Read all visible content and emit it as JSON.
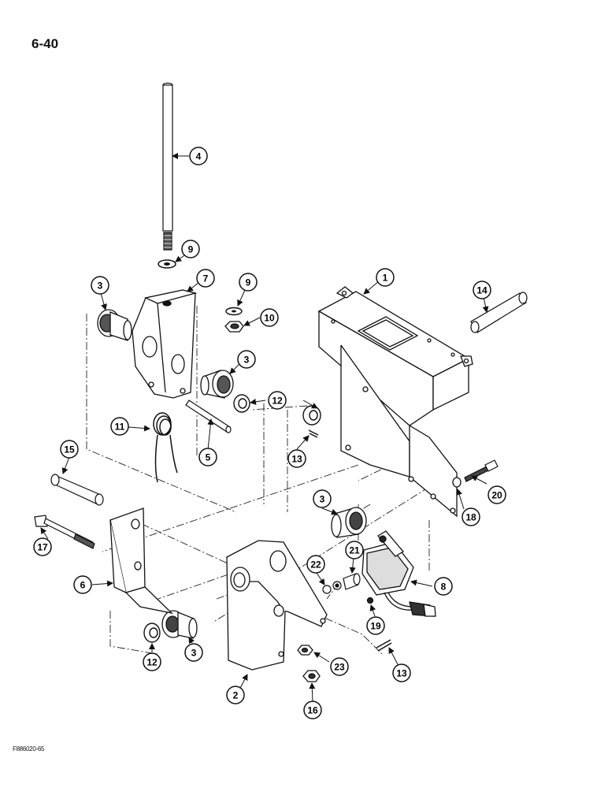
{
  "page_number": "6-40",
  "figure_code": "F886020-65",
  "callouts": [
    {
      "id": "c4",
      "label": "4"
    },
    {
      "id": "c9a",
      "label": "9"
    },
    {
      "id": "c7",
      "label": "7"
    },
    {
      "id": "c3a",
      "label": "3"
    },
    {
      "id": "c9b",
      "label": "9"
    },
    {
      "id": "c10",
      "label": "10"
    },
    {
      "id": "c1",
      "label": "1"
    },
    {
      "id": "c14",
      "label": "14"
    },
    {
      "id": "c3b",
      "label": "3"
    },
    {
      "id": "c12a",
      "label": "12"
    },
    {
      "id": "c11",
      "label": "11"
    },
    {
      "id": "c5",
      "label": "5"
    },
    {
      "id": "c13a",
      "label": "13"
    },
    {
      "id": "c15",
      "label": "15"
    },
    {
      "id": "c20",
      "label": "20"
    },
    {
      "id": "c18",
      "label": "18"
    },
    {
      "id": "c3c",
      "label": "3"
    },
    {
      "id": "c21",
      "label": "21"
    },
    {
      "id": "c17",
      "label": "17"
    },
    {
      "id": "c22",
      "label": "22"
    },
    {
      "id": "c8",
      "label": "8"
    },
    {
      "id": "c6",
      "label": "6"
    },
    {
      "id": "c19",
      "label": "19"
    },
    {
      "id": "c12b",
      "label": "12"
    },
    {
      "id": "c3d",
      "label": "3"
    },
    {
      "id": "c23",
      "label": "23"
    },
    {
      "id": "c13b",
      "label": "13"
    },
    {
      "id": "c2",
      "label": "2"
    },
    {
      "id": "c16",
      "label": "16"
    }
  ]
}
